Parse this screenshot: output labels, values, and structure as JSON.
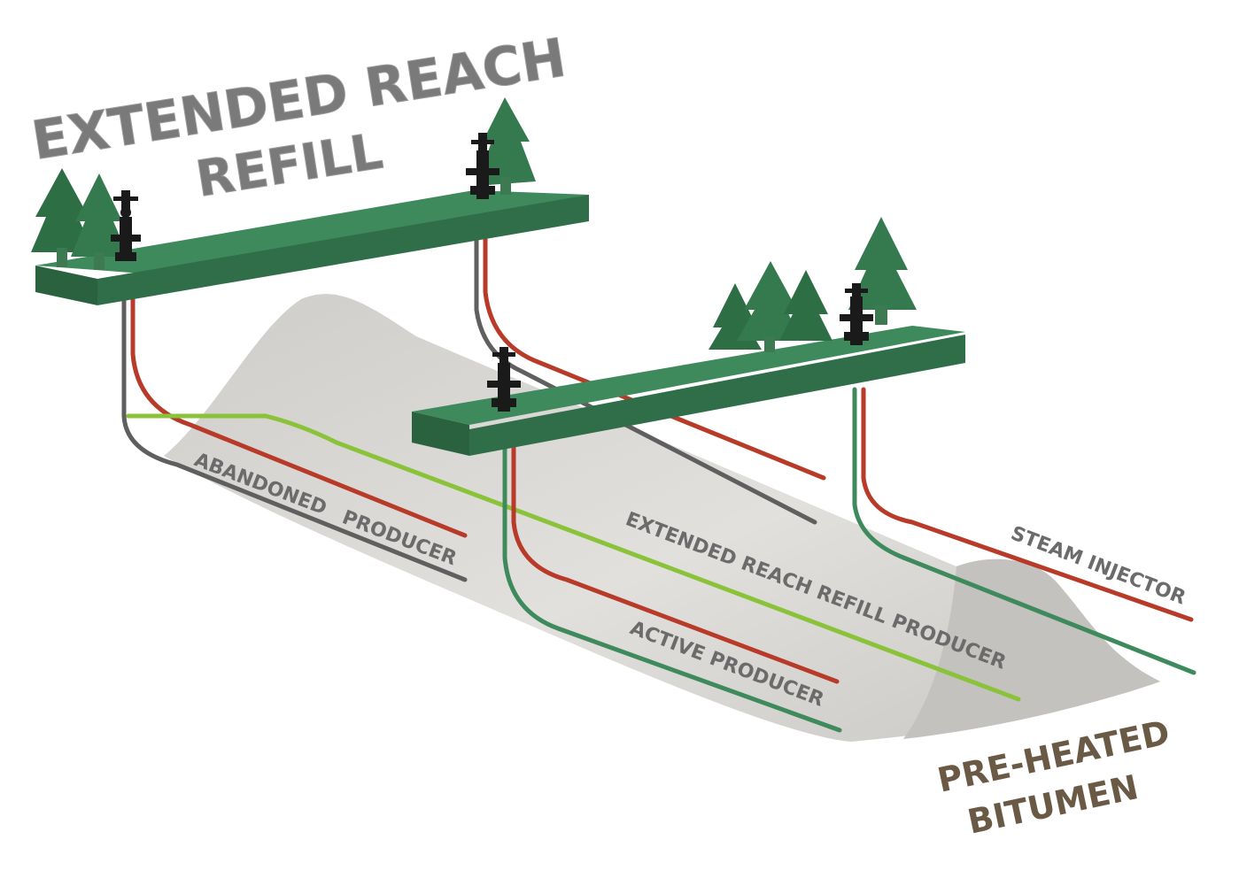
{
  "title": {
    "line1": "EXTENDED REACH",
    "line2": "REFILL"
  },
  "labels": {
    "abandoned": {
      "line1": "ABANDONED",
      "line2": "PRODUCER"
    },
    "extended_reach_refill_producer": "EXTENDED REACH REFILL PRODUCER",
    "active_producer": "ACTIVE PRODUCER",
    "steam_injector": "STEAM INJECTOR",
    "bitumen": {
      "line1": "PRE-HEATED",
      "line2": "BITUMEN"
    }
  },
  "colors": {
    "pad_top": "#3f8a5c",
    "pad_side": "#2f6e48",
    "tree": "#2e6e45",
    "tree_trunk": "#3d7a52",
    "steam_injector": "#b83a28",
    "active_producer": "#3f8a5c",
    "abandoned_producer": "#5f5f5f",
    "refill_producer": "#8ac23a",
    "bitumen_chamber": "#d6d4d0",
    "title_text": "#7a7a7a",
    "label_text": "#6b6b6b",
    "bitumen_text": "#6a5a45",
    "wellhead": "#1a1a1a"
  }
}
